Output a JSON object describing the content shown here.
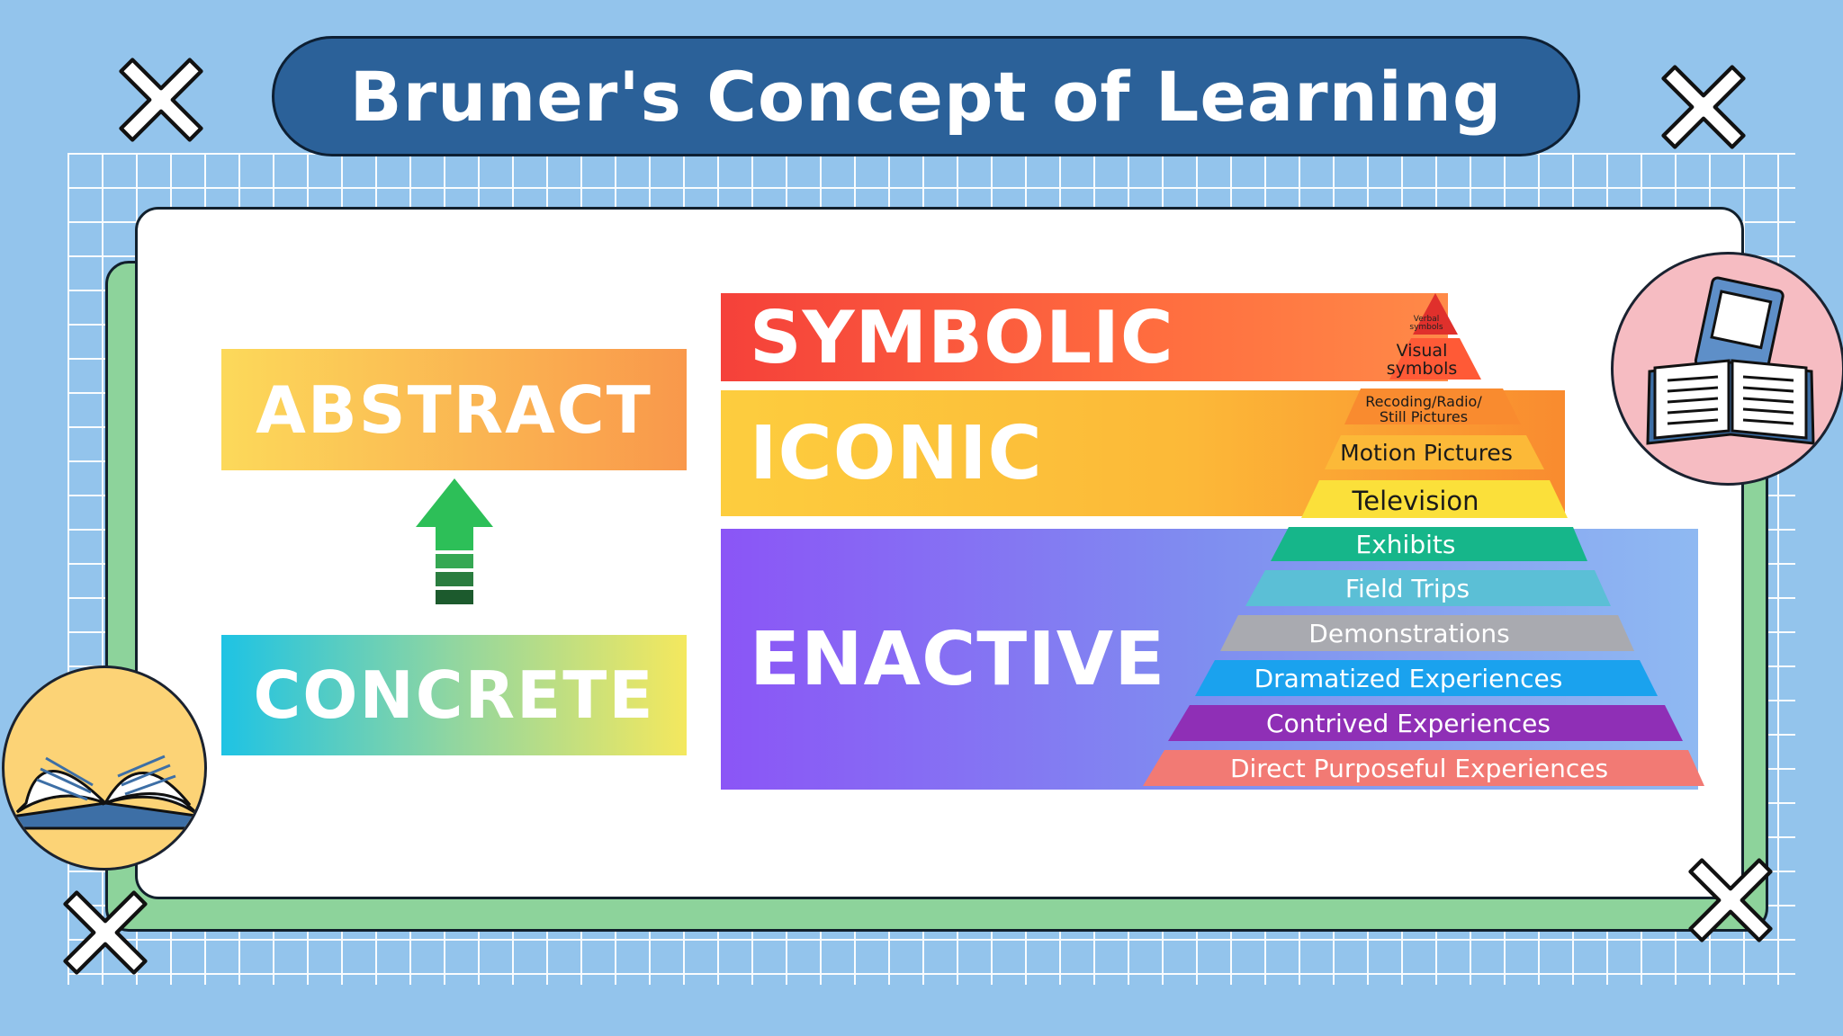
{
  "title": "Bruner's Concept of Learning",
  "left": {
    "abstract_label": "ABSTRACT",
    "concrete_label": "CONCRETE"
  },
  "bands": {
    "symbolic": "SYMBOLIC",
    "iconic": "ICONIC",
    "enactive": "ENACTIVE"
  },
  "pyramid": {
    "verbal_symbols": "Verbal symbols",
    "visual_symbols": "Visual symbols",
    "recording_radio": "Recoding/Radio/",
    "still_pictures": "Still Pictures",
    "motion_pictures": "Motion Pictures",
    "television": "Television",
    "exhibits": "Exhibits",
    "field_trips": "Field Trips",
    "demonstrations": "Demonstrations",
    "dramatized": "Dramatized Experiences",
    "contrived": "Contrived Experiences",
    "direct": "Direct Purposeful Experiences"
  },
  "icons": {
    "decor_crosses": "close-icon",
    "book_left": "open-book-icon",
    "book_right": "book-icon"
  },
  "colors": {
    "background": "#93c4ec",
    "title_bg": "#2b6199",
    "frame_green": "#8dd39b",
    "arrow_green": "#2dbf58"
  }
}
